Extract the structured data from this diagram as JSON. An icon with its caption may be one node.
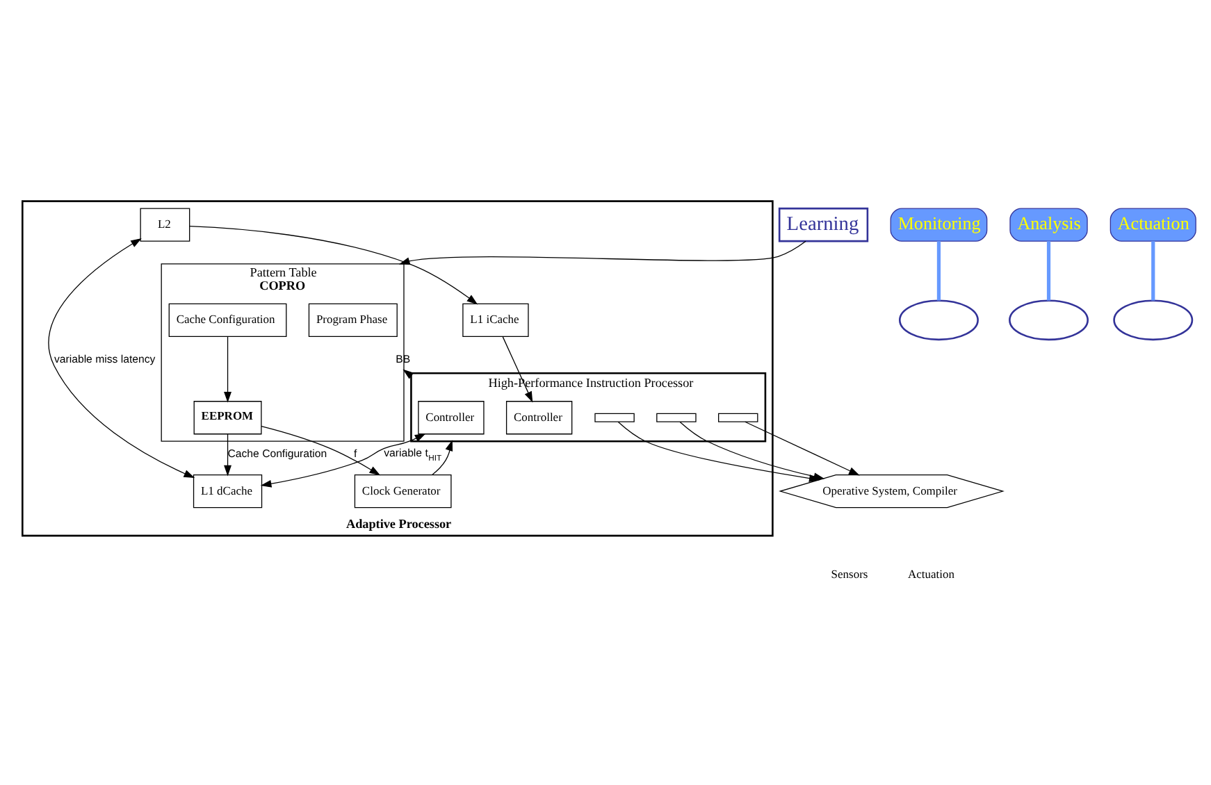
{
  "diagram": {
    "nodes": [
      {
        "text": [
          "Operative System, Compiler"
        ]
      },
      {
        "text": [
          "Learning"
        ]
      },
      {
        "text": [
          "Adaptive Processor"
        ]
      },
      {
        "text": [
          "High-Performance Instruction Processor"
        ],
        "in": 2
      },
      {
        "text": [],
        "shape": "box",
        "in": 3
      },
      {
        "text": [],
        "shape": "box",
        "in": 3
      },
      {
        "text": [],
        "shape": "box",
        "in": 3
      },
      {
        "text": [
          "Controller"
        ],
        "in": 3
      },
      {
        "text": [
          "Controller"
        ],
        "in": 3
      },
      {
        "text": [
          "Pattern Table",
          "COPRO"
        ],
        "in": 2
      },
      {
        "text": [
          "Program Phase"
        ],
        "in": 9
      },
      {
        "text": [
          "Cache Configuration"
        ],
        "in": 9
      },
      {
        "text": [
          "EEPROM"
        ],
        "in": 9
      },
      {
        "text": [
          "Clock Generator"
        ],
        "in": 2
      },
      {
        "text": [
          "L1 iCache"
        ],
        "in": 2
      },
      {
        "text": [
          "L1 dCache"
        ],
        "in": 2
      },
      {
        "text": [
          "L2"
        ],
        "in": 2
      },
      {
        "text": [
          "Monitoring"
        ]
      },
      {
        "text": [
          "Analysis"
        ]
      },
      {
        "text": [
          "Actuation"
        ]
      },
      {
        "text": [],
        "shape": "ellipse"
      },
      {
        "text": [],
        "shape": "ellipse"
      },
      {
        "text": [],
        "shape": "ellipse"
      }
    ],
    "edges": [
      {
        "from": 4,
        "to": 0,
        "arrow": "to"
      },
      {
        "from": 5,
        "to": 0,
        "arrow": "to"
      },
      {
        "from": 6,
        "to": 0,
        "arrow": "to"
      },
      {
        "from": 1,
        "to": 9,
        "arrow": "to"
      },
      {
        "from": 3,
        "to": 9,
        "label": "BB",
        "arrow": "to"
      },
      {
        "from": 11,
        "to": 12,
        "arrow": "to"
      },
      {
        "from": 12,
        "to": 13,
        "label": "f",
        "arrow": "to"
      },
      {
        "from": 12,
        "to": 15,
        "label": "Cache Configuration",
        "arrow": "to"
      },
      {
        "from": 13,
        "to": 3,
        "arrow": "to"
      },
      {
        "from": 14,
        "to": 7,
        "arrow": "to"
      },
      {
        "from": 8,
        "to": 15,
        "label": "variable t$_{HIT}$",
        "arrow": "both"
      },
      {
        "from": 16,
        "to": 14,
        "arrow": "to"
      },
      {
        "from": 16,
        "to": 15,
        "label": "variable miss latency",
        "arrow": "both"
      },
      {
        "from": 17,
        "to": 20,
        "arrow": "none",
        "style": "thick",
        "color": "#6699ff"
      },
      {
        "from": 18,
        "to": 21,
        "arrow": "none",
        "style": "thick",
        "color": "#6699ff"
      },
      {
        "from": 19,
        "to": 22,
        "arrow": "none",
        "style": "thick",
        "color": "#6699ff"
      }
    ],
    "labels": [
      "Sensors",
      "Actuation"
    ]
  }
}
